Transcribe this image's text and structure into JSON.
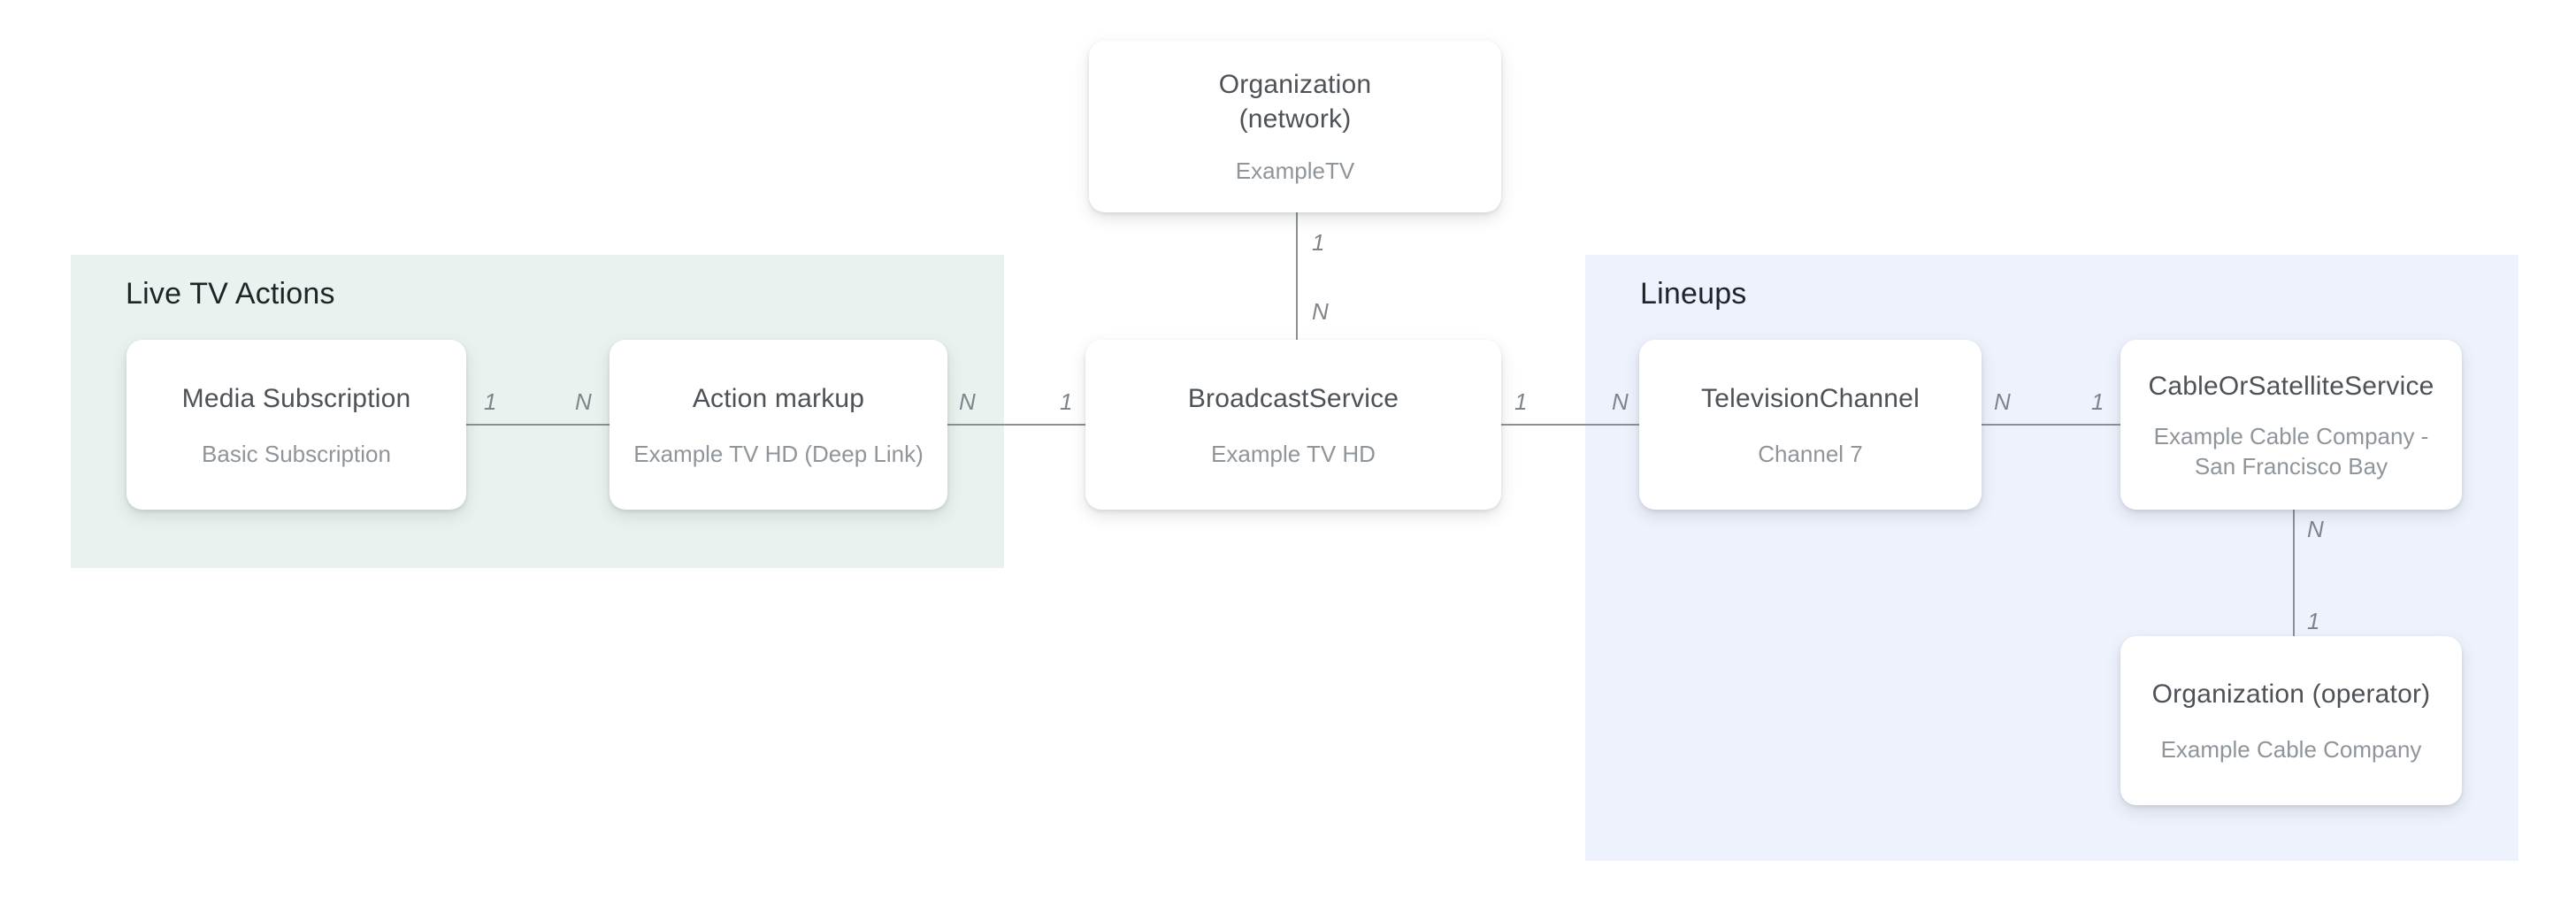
{
  "diagram": {
    "regions": [
      {
        "id": "live-tv-actions",
        "label": "Live TV Actions",
        "bg_color": "#e9f2ee"
      },
      {
        "id": "lineups",
        "label": "Lineups",
        "bg_color": "#eef2fc"
      }
    ],
    "nodes": [
      {
        "id": "org-network",
        "title": "Organization (network)",
        "title_lines": [
          "Organization",
          "(network)"
        ],
        "subtitle": "ExampleTV"
      },
      {
        "id": "media-subscription",
        "title": "Media Subscription",
        "subtitle": "Basic Subscription"
      },
      {
        "id": "action-markup",
        "title": "Action markup",
        "subtitle": "Example TV HD (Deep Link)"
      },
      {
        "id": "broadcast-service",
        "title": "BroadcastService",
        "subtitle": "Example TV HD"
      },
      {
        "id": "television-channel",
        "title": "TelevisionChannel",
        "subtitle": "Channel 7"
      },
      {
        "id": "cable-or-satellite-service",
        "title": "CableOrSatelliteService",
        "subtitle": "Example Cable Company - San Francisco Bay"
      },
      {
        "id": "org-operator",
        "title": "Organization (operator)",
        "subtitle": "Example Cable Company"
      }
    ],
    "edges": [
      {
        "name": "network-to-broadcast",
        "labels": [
          "1",
          "N"
        ]
      },
      {
        "name": "media-subscription-to-action-markup",
        "labels": [
          "1",
          "N"
        ]
      },
      {
        "name": "action-markup-to-broadcast",
        "labels": [
          "N",
          "1"
        ]
      },
      {
        "name": "broadcast-to-television-channel",
        "labels": [
          "1",
          "N"
        ]
      },
      {
        "name": "television-channel-to-cable-service",
        "labels": [
          "N",
          "1"
        ]
      },
      {
        "name": "cable-service-to-operator",
        "labels": [
          "N",
          "1"
        ]
      }
    ],
    "colors": {
      "live_tv_actions_bg": "#e9f2ee",
      "lineups_bg": "#eef2fc",
      "node_bg": "#ffffff",
      "node_title_text": "#4c5257",
      "node_subtitle_text": "#8e959b",
      "section_title_text": "#1f2428",
      "connector_line": "#8b9096",
      "cardinality_text": "#7e858b"
    }
  }
}
